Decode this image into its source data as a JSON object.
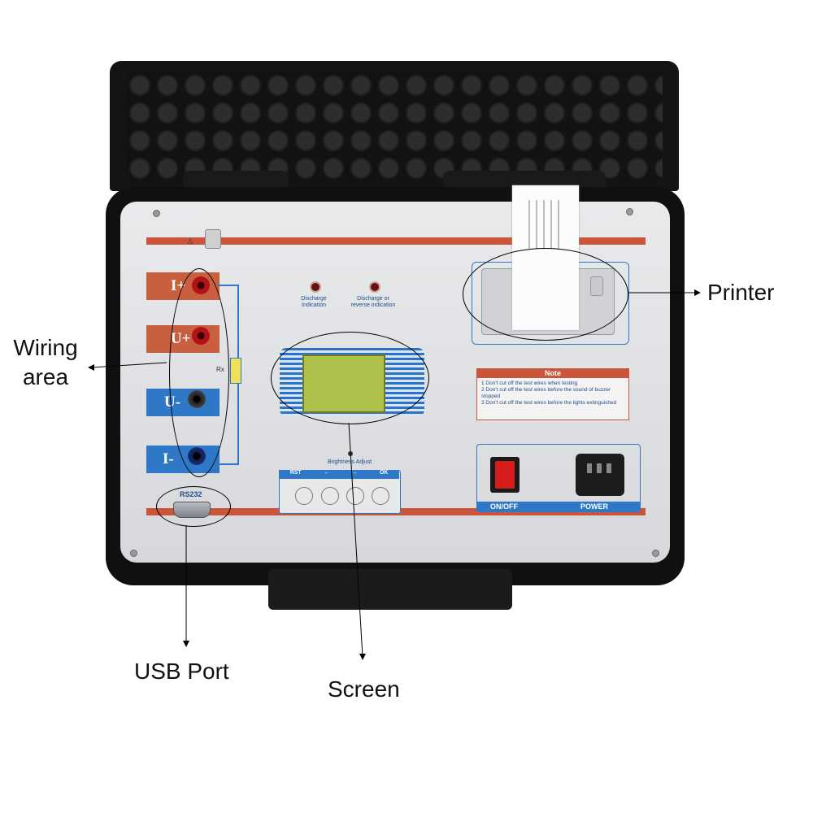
{
  "callouts": {
    "wiring": "Wiring\narea",
    "printer": "Printer",
    "usb": "USB Port",
    "screen": "Screen"
  },
  "terminals": [
    {
      "label": "I+",
      "color": "#c8603f"
    },
    {
      "label": "U+",
      "color": "#c8603f"
    },
    {
      "label": "U-",
      "color": "#2f78c8"
    },
    {
      "label": "I-",
      "color": "#2f78c8"
    }
  ],
  "panel": {
    "rx": "Rx",
    "rs232": "RS232",
    "discharge": "Discharge\nIndication",
    "reverse": "Discharge or\nreverse indication",
    "brightness": "Brightness Adjust",
    "keys": [
      "RST",
      "←",
      "→",
      "OK"
    ],
    "note_title": "Note",
    "notes": [
      "1 Don't cut off the test wires when testing",
      "2 Don't cut off the test wires before the sound of buzzer stopped",
      "3 Don't cut off the test wires before the lights extinguished"
    ],
    "on_off": "ON/OFF",
    "power": "POWER"
  }
}
